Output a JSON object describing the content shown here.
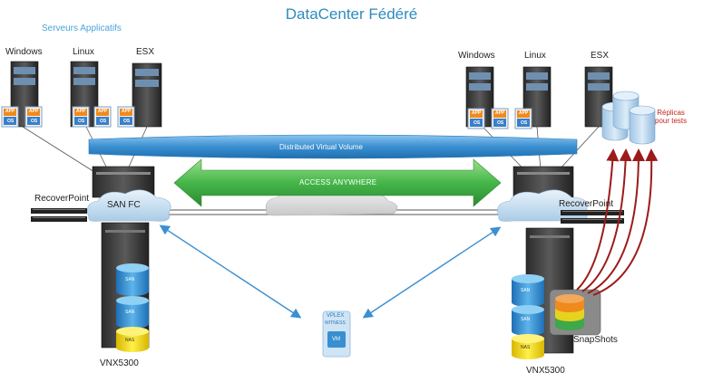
{
  "title": "DataCenter Fédéré",
  "left_site": {
    "group_label": "Serveurs Applicatifs",
    "os_labels": [
      "Windows",
      "Linux",
      "ESX"
    ],
    "switch_label": "SAN FC",
    "recoverpoint_label": "RecoverPoint",
    "storage_label": "VNX5300",
    "disk_labels": [
      "SAN",
      "SAN",
      "NAS"
    ]
  },
  "right_site": {
    "os_labels": [
      "Windows",
      "Linux",
      "ESX"
    ],
    "recoverpoint_label": "RecoverPoint",
    "storage_label": "VNX5300",
    "disk_labels": [
      "SAN",
      "SAN",
      "NAS"
    ],
    "snapshots_label": "SnapShots",
    "replicas_label": "Réplicas pour tests"
  },
  "app_badge": {
    "app": "APP",
    "os": "OS"
  },
  "dvv_label": "Distributed Virtual Volume",
  "access_label": "ACCESS ANYWHERE",
  "witness": {
    "line1": "VPLEX",
    "line2": "WITNESS",
    "vm": "VM"
  },
  "colors": {
    "title": "#2e8bc0",
    "dvv_band": "#3a8fd0",
    "access_arrow": "#45b649",
    "link_arrows": "#3b8fd2",
    "replica_arrows": "#9b1b1b",
    "disk_blue": "#3b95d6",
    "disk_yellow": "#f2d314"
  }
}
